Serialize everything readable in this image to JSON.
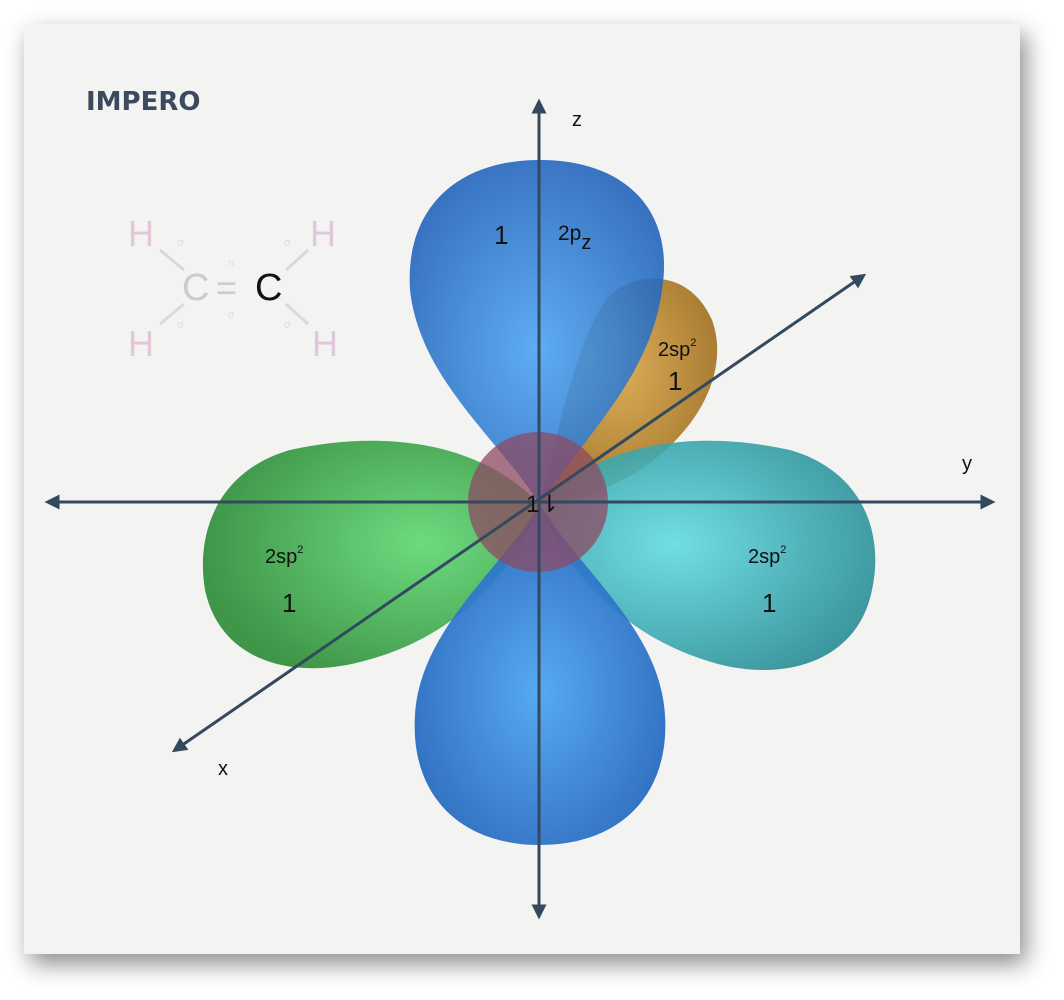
{
  "brand": "IMPERO",
  "colors": {
    "background": "#f3f3f1",
    "axis": "#34495e",
    "pz_lobe": "#2f7fdc",
    "sp2_green": "#3fae4f",
    "sp2_teal": "#3bb6bf",
    "sp2_gold": "#c08a2a",
    "nucleus": "#8e4a63",
    "faint_h": "#e2c6da",
    "faint_c": "#cccccc"
  },
  "axes": {
    "z": "z",
    "y": "y",
    "x": "x"
  },
  "molecule": {
    "h_top_left": "H",
    "h_top_right": "H",
    "h_bottom_left": "H",
    "h_bottom_right": "H",
    "c_left": "C",
    "c_right": "C",
    "bond_symbol": "=",
    "bond_sigma": "σ",
    "bond_pi": "π"
  },
  "orbitals": {
    "pz": {
      "name": "2p",
      "subscript": "z",
      "electrons": "1"
    },
    "sp2_back": {
      "name": "2sp",
      "superscript": "2",
      "electrons": "1"
    },
    "sp2_left": {
      "name": "2sp",
      "superscript": "2",
      "electrons": "1"
    },
    "sp2_right": {
      "name": "2sp",
      "superscript": "2",
      "electrons": "1"
    },
    "core": {
      "electrons": "1⇂"
    }
  }
}
